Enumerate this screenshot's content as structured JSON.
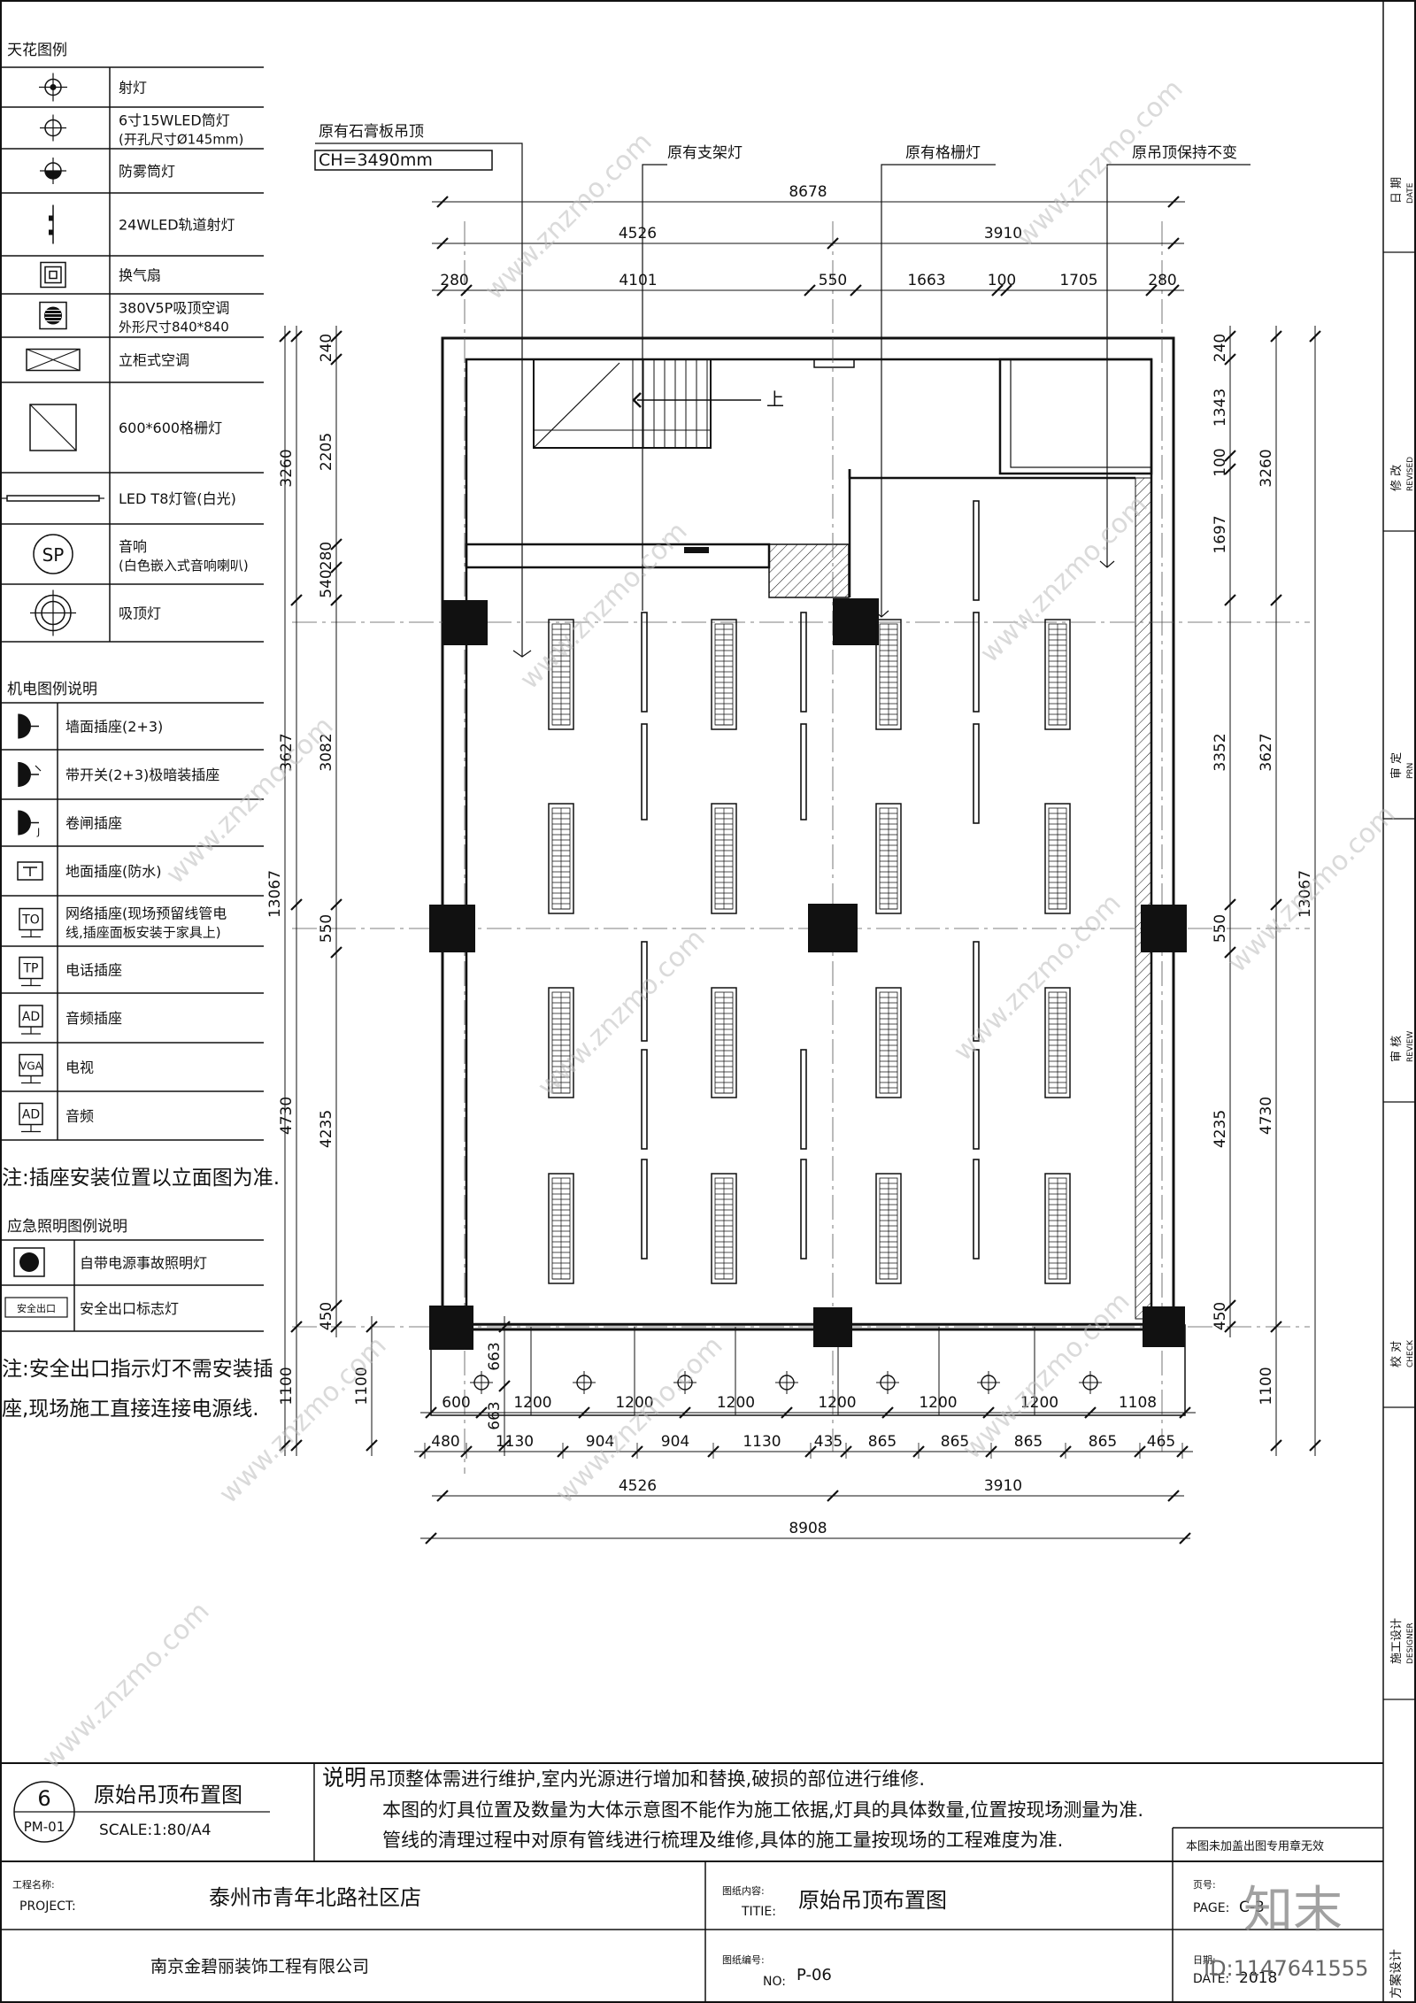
{
  "legend": {
    "ceiling_title": "天花图例",
    "ceiling": [
      {
        "icon": "spotlight-icon",
        "label": "射灯"
      },
      {
        "icon": "downlight-icon",
        "label": "6寸15WLED筒灯",
        "label2": "(开孔尺寸Ø145mm)"
      },
      {
        "icon": "fog-downlight-icon",
        "label": "防雾筒灯"
      },
      {
        "icon": "track-light-icon",
        "label": "24WLED轨道射灯"
      },
      {
        "icon": "exhaust-fan-icon",
        "label": "换气扇"
      },
      {
        "icon": "ceiling-ac-icon",
        "label": "380V5P吸顶空调",
        "label2": "外形尺寸840*840"
      },
      {
        "icon": "floor-ac-icon",
        "label": "立柜式空调"
      },
      {
        "icon": "grille-light-icon",
        "label": "600*600格栅灯"
      },
      {
        "icon": "t8-tube-icon",
        "label": "LED  T8灯管(白光)"
      },
      {
        "icon": "speaker-icon",
        "icon_text": "SP",
        "label": "音响",
        "label2": "(白色嵌入式音响喇叭)"
      },
      {
        "icon": "ceiling-lamp-icon",
        "label": "吸顶灯"
      }
    ],
    "electric_title": "机电图例说明",
    "electric": [
      {
        "icon": "wall-socket-icon",
        "label": "墙面插座(2+3)"
      },
      {
        "icon": "switch-socket-icon",
        "label": "带开关(2+3)极暗装插座"
      },
      {
        "icon": "shutter-socket-icon",
        "label": "卷闸插座"
      },
      {
        "icon": "floor-socket-icon",
        "label": "地面插座(防水)"
      },
      {
        "icon": "network-socket-icon",
        "icon_text": "TO",
        "label": "网络插座(现场预留线管电",
        "label2": "线,插座面板安装于家具上)"
      },
      {
        "icon": "phone-socket-icon",
        "icon_text": "TP",
        "label": "电话插座"
      },
      {
        "icon": "audio-socket-icon",
        "icon_text": "AD",
        "label": "音频插座"
      },
      {
        "icon": "tv-socket-icon",
        "icon_text": "VGA",
        "label": "电视"
      },
      {
        "icon": "audio-icon",
        "icon_text": "AD",
        "label": "音频"
      }
    ],
    "note1": "注:插座安装位置以立面图为准.",
    "emergency_title": "应急照明图例说明",
    "emergency": [
      {
        "icon": "emergency-light-icon",
        "label": "自带电源事故照明灯"
      },
      {
        "icon": "exit-sign-icon",
        "icon_text": "安全出口",
        "label": "安全出口标志灯"
      }
    ],
    "note2a": "注:安全出口指示灯不需安装插",
    "note2b": "座,现场施工直接连接电源线."
  },
  "callouts": {
    "gypsum": "原有石膏板吊顶",
    "ch": "CH=3490mm",
    "bracket_light": "原有支架灯",
    "grille_light": "原有格栅灯",
    "keep_ceiling": "原吊顶保持不变",
    "stair_up": "上"
  },
  "dims": {
    "top_total": "8678",
    "top_left": "4526",
    "top_right": "3910",
    "top_row": [
      "280",
      "4101",
      "550",
      "1663",
      "100",
      "1705",
      "280"
    ],
    "left_total": "13067",
    "left_outer": [
      "3260",
      "3627",
      "4730",
      "1100"
    ],
    "left_inner": [
      "240",
      "2205",
      "280",
      "540",
      "3082",
      "550",
      "4235",
      "450"
    ],
    "right_total": "13067",
    "right_outer": [
      "3260",
      "3627",
      "4730",
      "1100"
    ],
    "right_inner": [
      "240",
      "1343",
      "100",
      "1697",
      "3352",
      "550",
      "4235",
      "450"
    ],
    "canopy_v": [
      "663",
      "663"
    ],
    "canopy_h": [
      "600",
      "1200",
      "1200",
      "1200",
      "1200",
      "1200",
      "1200",
      "1108"
    ],
    "bottom_row": [
      "480",
      "1130",
      "904",
      "904",
      "1130",
      "435",
      "865",
      "865",
      "865",
      "865",
      "465"
    ],
    "bottom_left": "4526",
    "bottom_right": "3910",
    "bottom_total": "8908"
  },
  "titleblock": {
    "drawing_no": "6",
    "drawing_ref": "PM-01",
    "drawing_title": "原始吊顶布置图",
    "scale": "SCALE:1:80/A4",
    "note_label": "说明",
    "notes": [
      "吊顶整体需进行维护,室内光源进行增加和替换,破损的部位进行维修.",
      "本图的灯具位置及数量为大体示意图不能作为施工依据,灯具的具体数量,位置按现场测量为准.",
      "管线的清理过程中对原有管线进行梳理及维修,具体的施工量按现场的工程难度为准."
    ],
    "stamp_note": "本图未加盖出图专用章无效",
    "project_label": "工程名称:",
    "project_label_en": "PROJECT:",
    "project": "泰州市青年北路社区店",
    "title_label": "图纸内容:",
    "title_label_en": "TITIE:",
    "title": "原始吊顶布置图",
    "page_label": "页号:",
    "page_label_en": "PAGE:",
    "page": "C-3",
    "company": "南京金碧丽装饰工程有限公司",
    "no_label": "图纸编号:",
    "no_label_en": "NO:",
    "no": "P-06",
    "date_label": "日期:",
    "date_label_en": "DATE:",
    "date": "2018",
    "scheme_label": "方案设计"
  },
  "side_strip": [
    {
      "cn": "日 期",
      "en": "DATE"
    },
    {
      "cn": "修 改",
      "en": "REVISED"
    },
    {
      "cn": "审 定",
      "en": "PRN"
    },
    {
      "cn": "审 核",
      "en": "REVIEW"
    },
    {
      "cn": "校 对",
      "en": "CHECK"
    },
    {
      "cn": "施工设计",
      "en": "DESIGNER"
    }
  ],
  "watermark": {
    "brand": "知末",
    "id": "ID:1147641555",
    "url": "www.znzmo.com"
  }
}
